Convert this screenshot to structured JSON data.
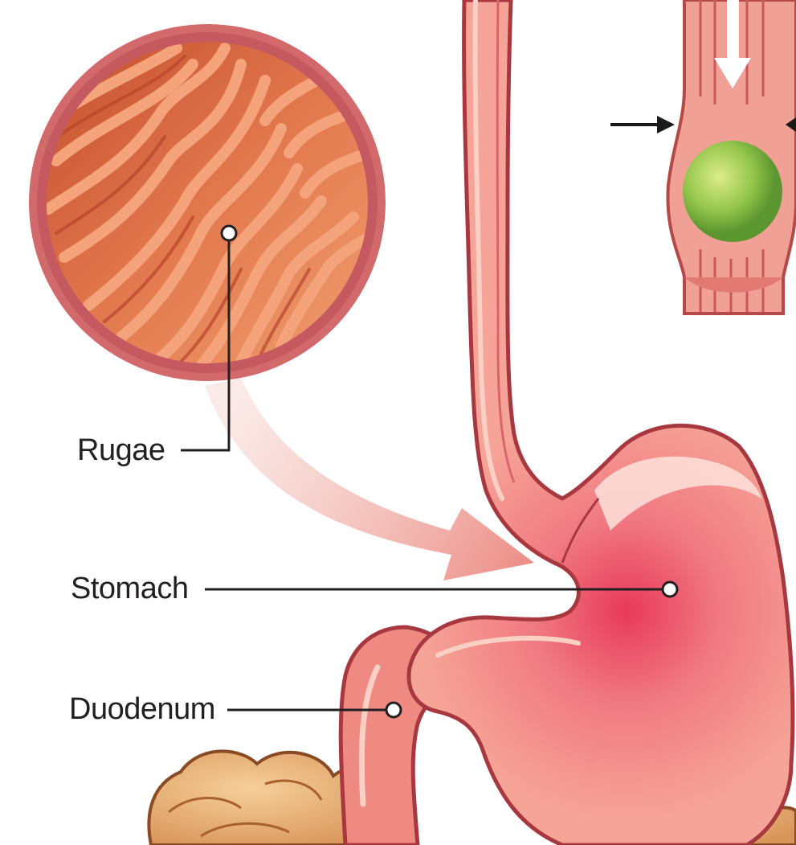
{
  "labels": {
    "rugae": "Rugae",
    "stomach": "Stomach",
    "duodenum": "Duodenum"
  },
  "colors": {
    "tissue": "#ee8a82",
    "tissue_dark": "#a8383f",
    "tissue_light": "#f9c4b7",
    "stomach_center": "#e83a55",
    "magnifier_ring": "#c45a60",
    "rugae_fold": "#e97a4f",
    "bolus": "#8fc24a",
    "intestine": "#e9b27a",
    "leader_line": "#231f20"
  }
}
